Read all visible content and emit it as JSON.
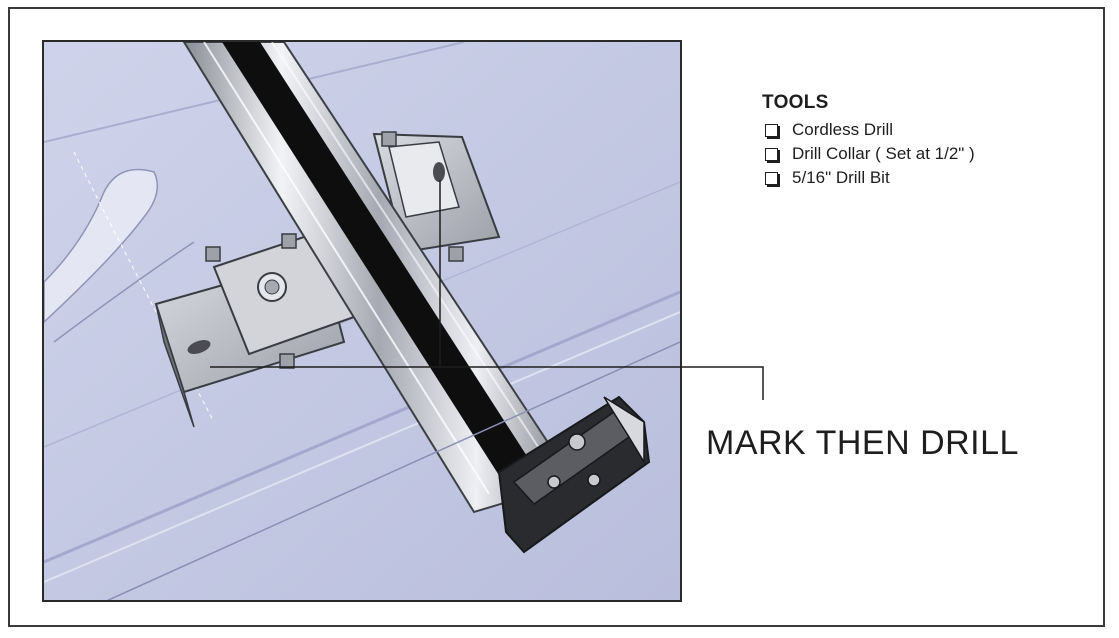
{
  "tools": {
    "title": "TOOLS",
    "items": [
      "Cordless Drill",
      "Drill Collar ( Set at 1/2\" )",
      "5/16\" Drill Bit"
    ],
    "checkbox_icon": "checkbox-icon"
  },
  "callout": {
    "label": "MARK THEN DRILL"
  },
  "colors": {
    "panel_background": "#c9cde6",
    "steel": "#b9bcc4",
    "channel_dark": "#101010",
    "frame_border": "#3a3a3a",
    "text": "#1e1e1e"
  }
}
